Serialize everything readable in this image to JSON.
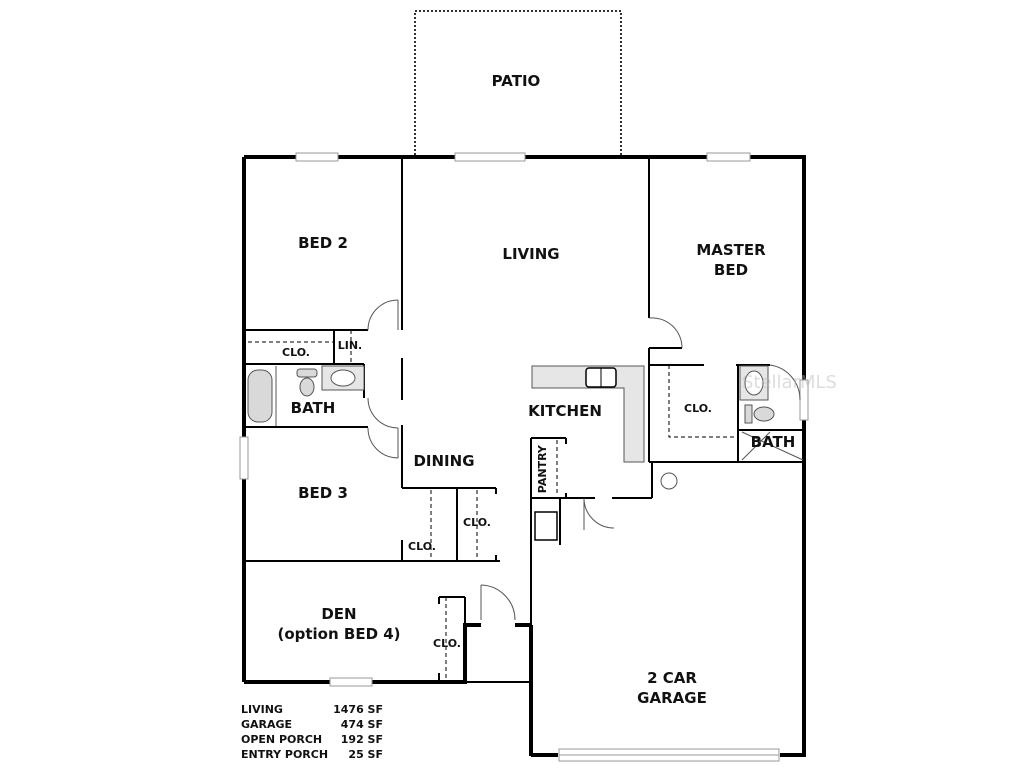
{
  "plan": {
    "rooms": {
      "patio": "PATIO",
      "bed2": "BED 2",
      "living": "LIVING",
      "master_bed_line1": "MASTER",
      "master_bed_line2": "BED",
      "bed2_closet": "CLO.",
      "linen": "LIN.",
      "bath": "BATH",
      "kitchen": "KITCHEN",
      "master_closet": "CLO.",
      "master_bath": "BATH",
      "dining": "DINING",
      "pantry": "PANTRY",
      "bed3": "BED 3",
      "bed3_closet": "CLO.",
      "hall_closet": "CLO.",
      "den_line1": "DEN",
      "den_line2": "(option BED 4)",
      "den_closet": "CLO.",
      "garage_line1": "2 CAR",
      "garage_line2": "GARAGE"
    },
    "watermark": "StellarMLS"
  },
  "area_summary": [
    {
      "label": "LIVING",
      "value": "1476 SF"
    },
    {
      "label": "GARAGE",
      "value": "474 SF"
    },
    {
      "label": "OPEN PORCH",
      "value": "192 SF"
    },
    {
      "label": "ENTRY PORCH",
      "value": "25 SF"
    }
  ],
  "colors": {
    "wall": "#000000",
    "fixture_fill": "#d9d9d9",
    "counter_fill": "#e6e6e6",
    "window": "#9a9a9a"
  }
}
